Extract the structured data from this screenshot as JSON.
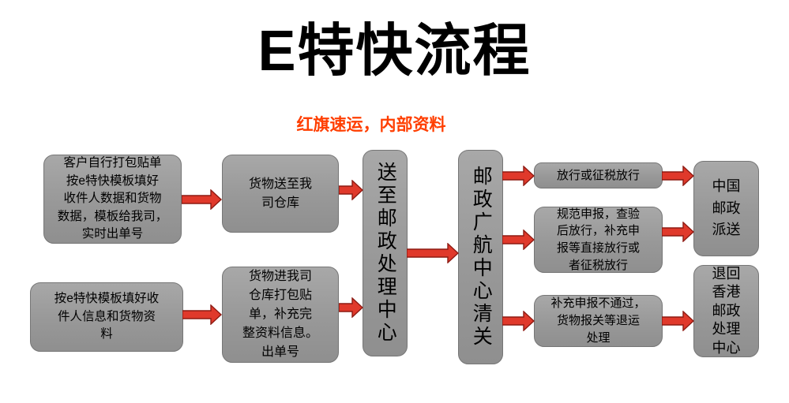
{
  "title": "E特快流程",
  "subtitle": "红旗速运，内部资料",
  "colors": {
    "title_color": "#000000",
    "subtitle_color": "#ff3e00",
    "box_fill": "#9a9a9a",
    "box_border": "#767676",
    "arrow_fill": "#e0392b",
    "arrow_border": "#8e1b13"
  },
  "nodes": {
    "customer_pack": "客户自行打包贴单\n按e特快模板填好\n收件人数据和货物\n数据，模板给我司，\n实时出单号",
    "fill_template": "按e特快模板填好收\n件人信息和货物资\n料",
    "goods_to_warehouse": "货物送至我\n司仓库",
    "goods_into_warehouse": "货物进我司\n仓库打包贴\n单，补充完\n整资料信息。\n出单号",
    "postal_center": "送至邮政处理中心",
    "customs_center": "邮政广航中心清关",
    "release": "放行或征税放行",
    "standard_declaration": "规范申报，查验\n后放行，补充申\n报等直接放行或\n者征税放行",
    "declaration_fail": "补充申报不通过，\n货物报关等退运\n处理",
    "china_post": "中国\n邮政\n派送",
    "return_hongkong": "退回\n香港\n邮政\n处理\n中心"
  }
}
